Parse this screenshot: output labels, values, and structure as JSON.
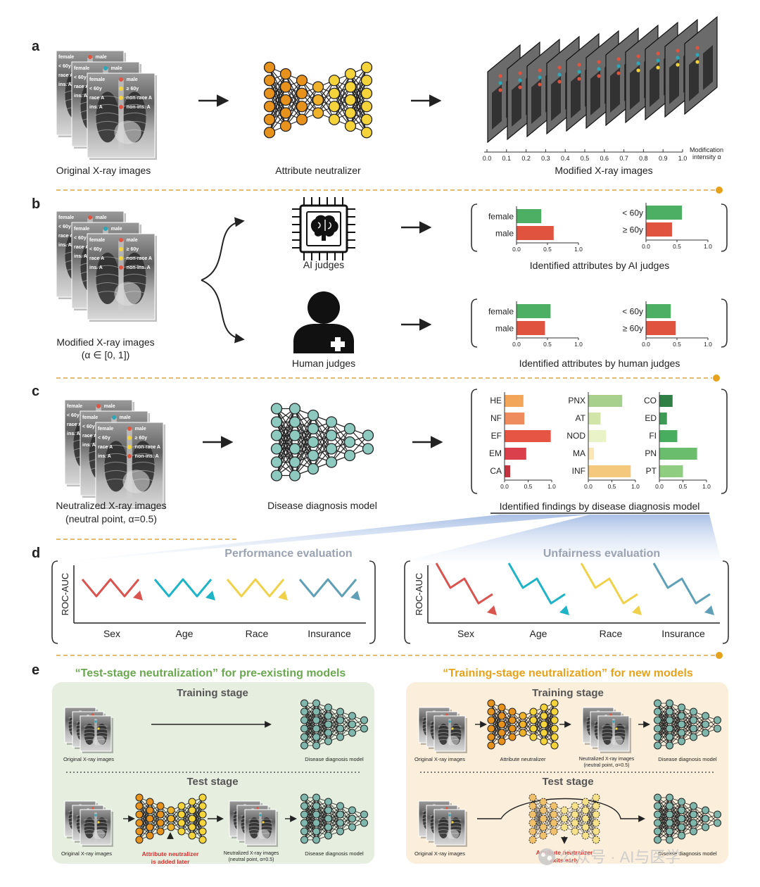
{
  "panel_letters": {
    "a": "a",
    "b": "b",
    "c": "c",
    "d": "d",
    "e": "e"
  },
  "xray_tags": [
    "female",
    "male",
    "< 60y",
    "≥ 60y",
    "race A",
    "non-race A",
    "ins. A",
    "non-ins. A"
  ],
  "panel_a": {
    "original_label": "Original X-ray images",
    "neutralizer_label": "Attribute neutralizer",
    "modified_label": "Modified X-ray images",
    "alpha_ticks": [
      "0.0",
      "0.1",
      "0.2",
      "0.3",
      "0.4",
      "0.5",
      "0.6",
      "0.7",
      "0.8",
      "0.9",
      "1.0"
    ],
    "alpha_axis_line1": "Modification",
    "alpha_axis_line2": "intensity α"
  },
  "panel_b": {
    "input_label_line1": "Modified X-ray images",
    "input_label_line2": "(α ∈ [0, 1])",
    "ai_label": "AI judges",
    "human_label": "Human judges",
    "ai_caption": "Identified attributes by AI judges",
    "human_caption": "Identified attributes by human judges",
    "axis_ticks": [
      "0.0",
      "0.5",
      "1.0"
    ]
  },
  "panel_c": {
    "input_label_line1": "Neutralized X-ray images",
    "input_label_line2": "(neutral point, α=0.5)",
    "model_label": "Disease diagnosis model",
    "caption": "Identified findings by disease diagnosis model",
    "axis_ticks": [
      "0.0",
      "0.5",
      "1.0"
    ]
  },
  "panel_d": {
    "performance_title": "Performance evaluation",
    "unfairness_title": "Unfairness evaluation",
    "ylabel": "ROC-AUC",
    "groups": [
      "Sex",
      "Age",
      "Race",
      "Insurance"
    ]
  },
  "panel_e": {
    "left_title": "“Test-stage neutralization” for pre-existing models",
    "right_title": "“Training-stage neutralization” for new models",
    "training_stage": "Training stage",
    "test_stage": "Test stage",
    "original_xray": "Original X-ray images",
    "disease_model": "Disease diagnosis model",
    "attribute_neutralizer": "Attribute neutralizer",
    "neutralized_line1": "Neutralized X-ray images",
    "neutralized_line2": "(neutral point, α=0.5)",
    "added_later_line1": "Attribute neutralizer",
    "added_later_line2": "is added later",
    "exits_early_line1": "Attribute neutralizer",
    "exits_early_line2": "exits early"
  },
  "watermark": "公众号 · AI与医学",
  "colors": {
    "green": "#4caf63",
    "red": "#e0533f",
    "orange_node": "#e8921e",
    "yellow_node": "#f5d33a",
    "teal_node": "#8ec9c0",
    "divider": "#d9a441",
    "green_title": "#6aa84f",
    "orange_title": "#e6a21a",
    "red_text": "#d32f2f"
  },
  "chart_data": [
    {
      "type": "bar",
      "panel": "b-ai-sex",
      "orientation": "horizontal",
      "categories": [
        "female",
        "male"
      ],
      "values": [
        0.4,
        0.6
      ],
      "colors": [
        "#4caf63",
        "#e0533f"
      ],
      "xlim": [
        0,
        1
      ],
      "xticks": [
        "0.0",
        "0.5",
        "1.0"
      ]
    },
    {
      "type": "bar",
      "panel": "b-ai-age",
      "orientation": "horizontal",
      "categories": [
        "< 60y",
        "≥ 60y"
      ],
      "values": [
        0.58,
        0.42
      ],
      "colors": [
        "#4caf63",
        "#e0533f"
      ],
      "xlim": [
        0,
        1
      ],
      "xticks": [
        "0.0",
        "0.5",
        "1.0"
      ]
    },
    {
      "type": "bar",
      "panel": "b-human-sex",
      "orientation": "horizontal",
      "categories": [
        "female",
        "male"
      ],
      "values": [
        0.55,
        0.46
      ],
      "colors": [
        "#4caf63",
        "#e0533f"
      ],
      "xlim": [
        0,
        1
      ],
      "xticks": [
        "0.0",
        "0.5",
        "1.0"
      ]
    },
    {
      "type": "bar",
      "panel": "b-human-age",
      "orientation": "horizontal",
      "categories": [
        "< 60y",
        "≥ 60y"
      ],
      "values": [
        0.4,
        0.48
      ],
      "colors": [
        "#4caf63",
        "#e0533f"
      ],
      "xlim": [
        0,
        1
      ],
      "xticks": [
        "0.0",
        "0.5",
        "1.0"
      ]
    },
    {
      "type": "bar",
      "panel": "c-1",
      "orientation": "horizontal",
      "categories": [
        "HE",
        "NF",
        "EF",
        "EM",
        "CA"
      ],
      "values": [
        0.4,
        0.42,
        0.98,
        0.46,
        0.12
      ],
      "colors": [
        "#f2a65a",
        "#ee8c5e",
        "#e65444",
        "#d9404c",
        "#c0333f"
      ],
      "xlim": [
        0,
        1
      ],
      "xticks": [
        "0.0",
        "0.5",
        "1.0"
      ]
    },
    {
      "type": "bar",
      "panel": "c-2",
      "orientation": "horizontal",
      "categories": [
        "PNX",
        "AT",
        "NOD",
        "MA",
        "INF"
      ],
      "values": [
        0.72,
        0.26,
        0.38,
        0.12,
        0.9
      ],
      "colors": [
        "#a8d08d",
        "#d1e5a9",
        "#eaf2c7",
        "#fbe7b5",
        "#f5c97d"
      ],
      "xlim": [
        0,
        1
      ],
      "xticks": [
        "0.0",
        "0.5",
        "1.0"
      ]
    },
    {
      "type": "bar",
      "panel": "c-3",
      "orientation": "horizontal",
      "categories": [
        "CO",
        "ED",
        "FI",
        "PN",
        "PT"
      ],
      "values": [
        0.28,
        0.16,
        0.38,
        0.8,
        0.5
      ],
      "colors": [
        "#2f7f47",
        "#3c9a55",
        "#49ad5f",
        "#69bd6c",
        "#8fcd80"
      ],
      "xlim": [
        0,
        1
      ],
      "xticks": [
        "0.0",
        "0.5",
        "1.0"
      ]
    }
  ]
}
